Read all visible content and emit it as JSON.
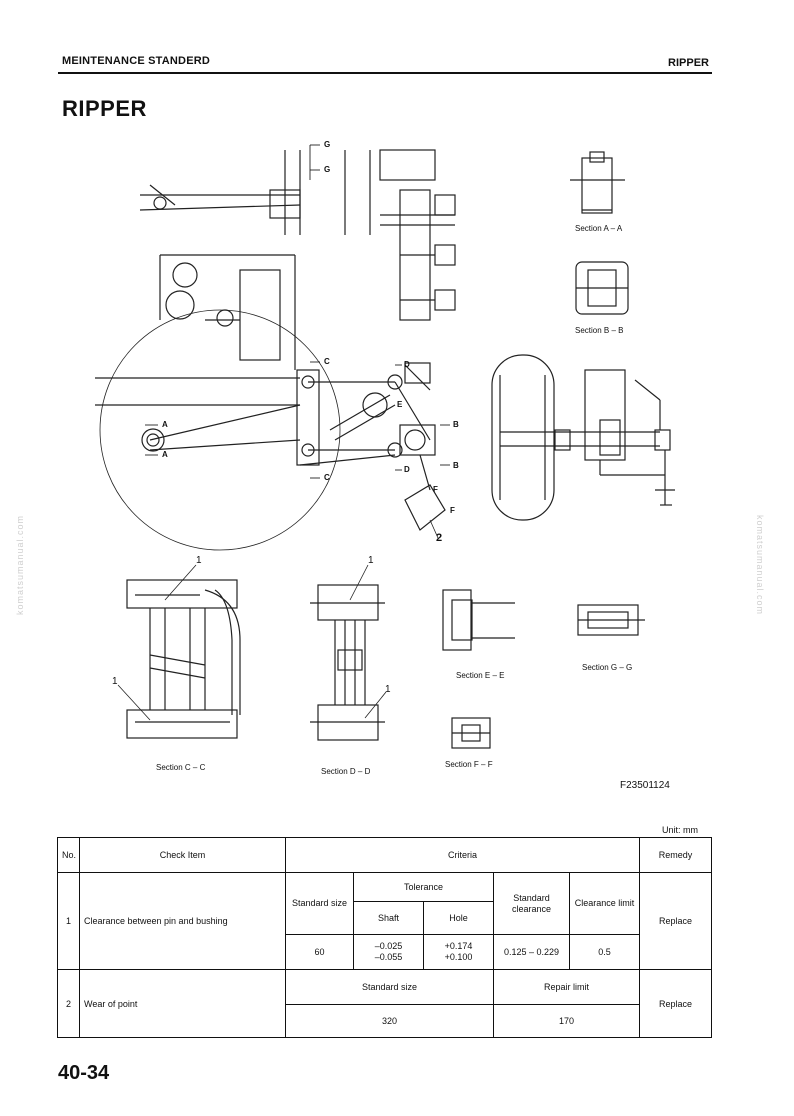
{
  "header": {
    "left": "MEINTENANCE STANDERD",
    "right": "RIPPER"
  },
  "title": "RIPPER",
  "figure": {
    "code": "F23501124",
    "section_labels": {
      "aa": "Section A – A",
      "bb": "Section B – B",
      "cc": "Section C – C",
      "dd": "Section D – D",
      "ee": "Section E – E",
      "ff": "Section F – F",
      "gg": "Section G – G"
    },
    "callouts": {
      "one": "1",
      "two": "2"
    },
    "cut_letters": {
      "a": "A",
      "b": "B",
      "c": "C",
      "d": "D",
      "e": "E",
      "f": "F",
      "g": "G"
    }
  },
  "table": {
    "unit": "Unit: mm",
    "headers": {
      "no": "No.",
      "check": "Check Item",
      "criteria": "Criteria",
      "remedy": "Remedy"
    },
    "row1": {
      "no": "1",
      "item": "Clearance between pin and bushing",
      "standard_size": "Standard size",
      "tolerance": "Tolerance",
      "shaft": "Shaft",
      "hole": "Hole",
      "standard_clearance": "Standard clearance",
      "clearance_limit": "Clearance limit",
      "size_value": "60",
      "shaft_upper": "–0.025",
      "shaft_lower": "–0.055",
      "hole_upper": "+0.174",
      "hole_lower": "+0.100",
      "std_clearance_value": "0.125 – 0.229",
      "limit_value": "0.5",
      "remedy": "Replace"
    },
    "row2": {
      "no": "2",
      "item": "Wear of point",
      "standard_size": "Standard size",
      "repair_limit": "Repair limit",
      "size_value": "320",
      "limit_value": "170",
      "remedy": "Replace"
    }
  },
  "footer": {
    "page": "40-34"
  },
  "watermark": "komatsumanual.com"
}
